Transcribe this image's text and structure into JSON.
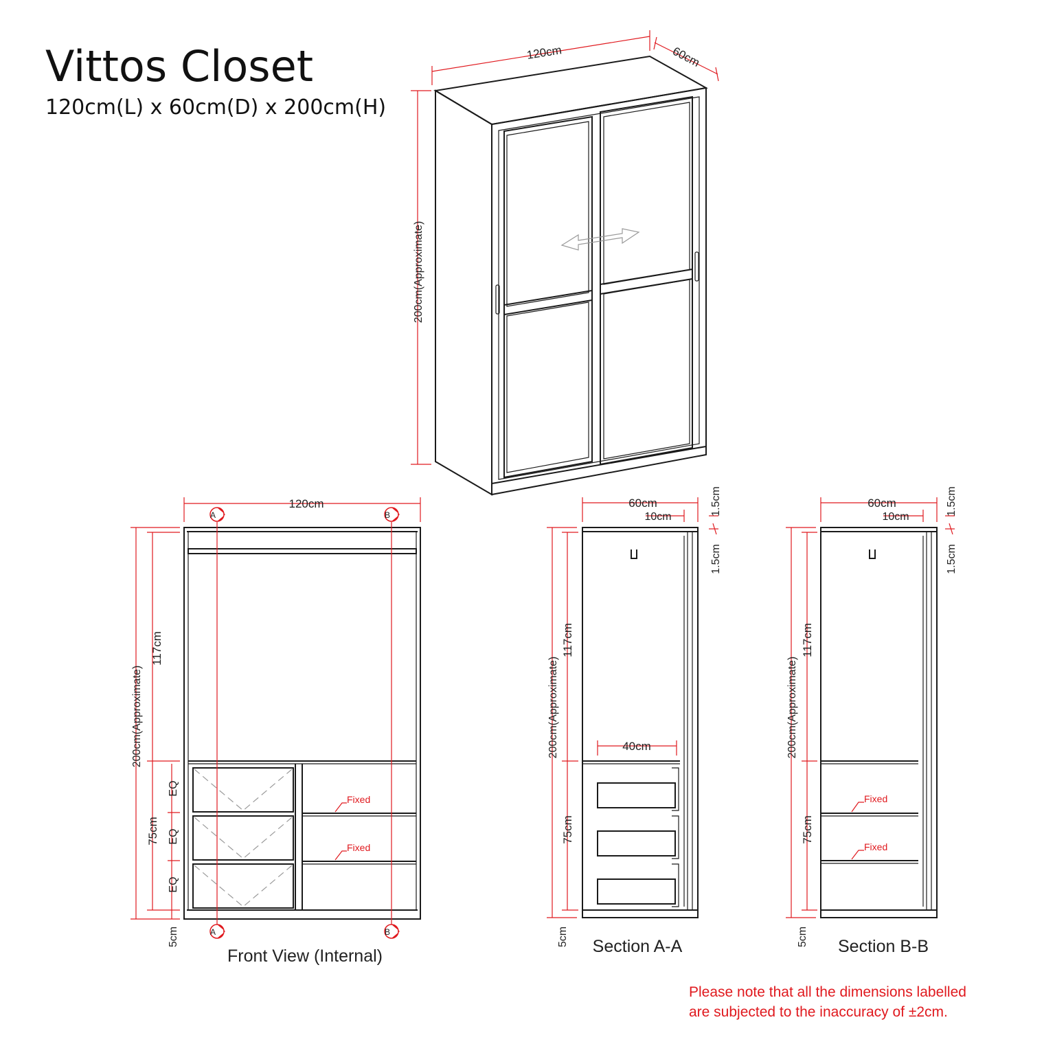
{
  "title": "Vittos Closet",
  "subtitle": "120cm(L) x 60cm(D) x 200cm(H)",
  "iso": {
    "width_label": "120cm",
    "depth_label": "60cm",
    "height_label": "200cm(Approximate)"
  },
  "front": {
    "width_label": "120cm",
    "height_label": "200cm(Approximate)",
    "upper_label": "117cm",
    "lower_label": "75cm",
    "eq_labels": [
      "EQ",
      "EQ",
      "EQ"
    ],
    "plinth_label": "5cm",
    "fixed_labels": [
      "Fixed",
      "Fixed"
    ],
    "section_markers": [
      "A",
      "B",
      "A",
      "B"
    ],
    "caption": "Front  View (Internal)"
  },
  "section_a": {
    "depth_label": "60cm",
    "door_gap_label": "10cm",
    "thickness_labels": [
      "1.5cm",
      "1.5cm"
    ],
    "height_label": "200cm(Approximate)",
    "upper_label": "117cm",
    "lower_label": "75cm",
    "drawer_label": "40cm",
    "plinth_label": "5cm",
    "caption": "Section A-A"
  },
  "section_b": {
    "depth_label": "60cm",
    "door_gap_label": "10cm",
    "thickness_labels": [
      "1.5cm",
      "1.5cm"
    ],
    "height_label": "200cm(Approximate)",
    "upper_label": "117cm",
    "lower_label": "75cm",
    "fixed_labels": [
      "Fixed",
      "Fixed"
    ],
    "plinth_label": "5cm",
    "caption": "Section B-B"
  },
  "note": {
    "line1": "Please note that all the dimensions labelled",
    "line2": "are subjected to the inaccuracy of ±2cm."
  },
  "colors": {
    "dimension_red": "#e0191e",
    "line_black": "#1a1a1a"
  }
}
